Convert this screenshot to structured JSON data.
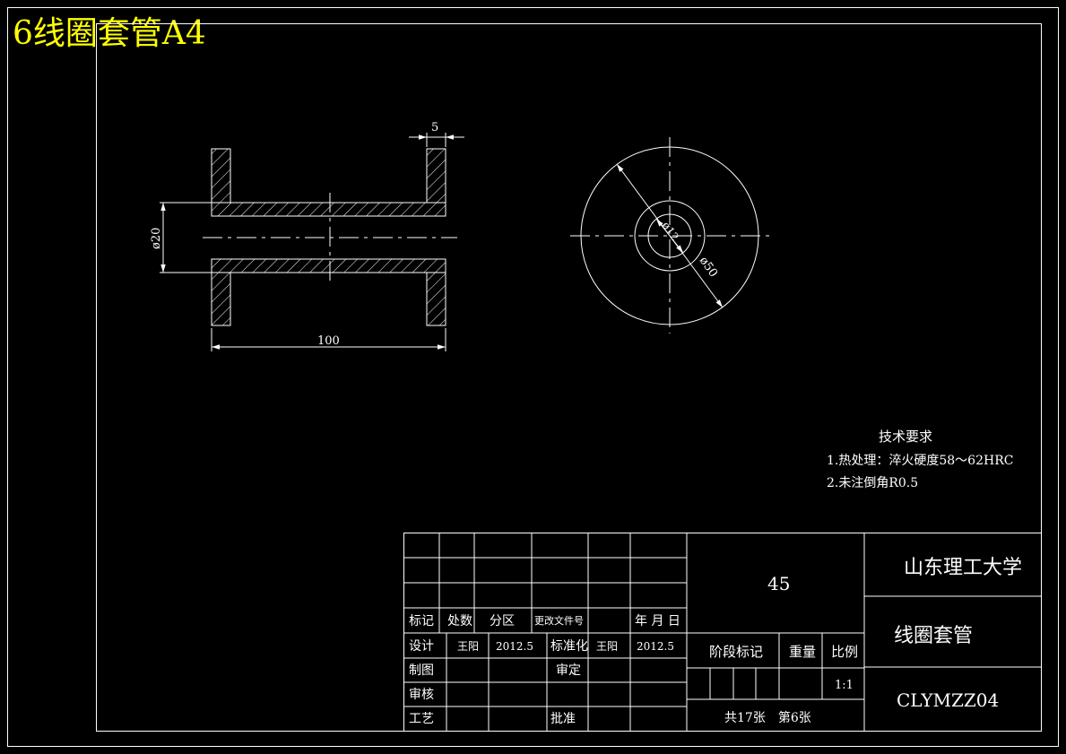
{
  "sheet": {
    "title": "6线圈套管A4",
    "title_color": "#ffff00",
    "line_color": "#ffffff",
    "background": "#000000"
  },
  "dimensions": {
    "flange_thickness": "5",
    "bore_diameter": "ø20",
    "overall_length": "100",
    "inner_diameter": "ø12",
    "outer_diameter": "ø50"
  },
  "tech_requirements": {
    "heading": "技术要求",
    "items": [
      "1.热处理：淬火硬度58～62HRC",
      "2.未注倒角R0.5"
    ]
  },
  "title_block": {
    "material": "45",
    "organization": "山东理工大学",
    "part_name": "线圈套管",
    "drawing_number": "CLYMZZ04",
    "headers": {
      "mark": "标记",
      "count": "处数",
      "zone": "分区",
      "change_doc": "更改文件号",
      "date": "年 月 日"
    },
    "rows": {
      "design": "设计",
      "drawing": "制图",
      "review": "审核",
      "process": "工艺",
      "standardize": "标准化",
      "verify": "审定",
      "approve": "批准"
    },
    "designer": "王阳",
    "design_date": "2012.5",
    "standardizer": "王阳",
    "standard_date": "2012.5",
    "stage_mark": "阶段标记",
    "weight": "重量",
    "scale_label": "比例",
    "scale": "1:1",
    "sheets_info": "共17张　第6张"
  }
}
